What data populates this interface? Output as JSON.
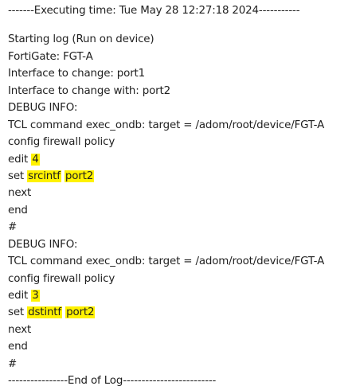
{
  "log": {
    "header": "-------Executing time: Tue May 28 12:27:18 2024-----------",
    "lines": [
      {
        "segments": [
          {
            "text": "Starting log (Run on device)",
            "highlight": false
          }
        ]
      },
      {
        "segments": [
          {
            "text": "FortiGate: FGT-A",
            "highlight": false
          }
        ]
      },
      {
        "segments": [
          {
            "text": "Interface to change: port1",
            "highlight": false
          }
        ]
      },
      {
        "segments": [
          {
            "text": "Interface to change with: port2",
            "highlight": false
          }
        ]
      },
      {
        "segments": [
          {
            "text": "DEBUG INFO:",
            "highlight": false
          }
        ]
      },
      {
        "segments": [
          {
            "text": "TCL command exec_ondb: target = /adom/root/device/FGT-A",
            "highlight": false
          }
        ]
      },
      {
        "segments": [
          {
            "text": "config firewall policy",
            "highlight": false
          }
        ]
      },
      {
        "segments": [
          {
            "text": "edit ",
            "highlight": false
          },
          {
            "text": "4",
            "highlight": true
          }
        ]
      },
      {
        "segments": [
          {
            "text": "set ",
            "highlight": false
          },
          {
            "text": "srcintf",
            "highlight": true
          },
          {
            "text": " ",
            "highlight": false
          },
          {
            "text": "port2",
            "highlight": true
          }
        ]
      },
      {
        "segments": [
          {
            "text": "next",
            "highlight": false
          }
        ]
      },
      {
        "segments": [
          {
            "text": "end",
            "highlight": false
          }
        ]
      },
      {
        "segments": [
          {
            "text": "#",
            "highlight": false
          }
        ]
      },
      {
        "segments": [
          {
            "text": "DEBUG INFO:",
            "highlight": false
          }
        ]
      },
      {
        "segments": [
          {
            "text": "TCL command exec_ondb: target = /adom/root/device/FGT-A",
            "highlight": false
          }
        ]
      },
      {
        "segments": [
          {
            "text": "config firewall policy",
            "highlight": false
          }
        ]
      },
      {
        "segments": [
          {
            "text": "edit ",
            "highlight": false
          },
          {
            "text": "3",
            "highlight": true
          }
        ]
      },
      {
        "segments": [
          {
            "text": "set ",
            "highlight": false
          },
          {
            "text": "dstintf",
            "highlight": true
          },
          {
            "text": " ",
            "highlight": false
          },
          {
            "text": "port2",
            "highlight": true
          }
        ]
      },
      {
        "segments": [
          {
            "text": "next",
            "highlight": false
          }
        ]
      },
      {
        "segments": [
          {
            "text": "end",
            "highlight": false
          }
        ]
      },
      {
        "segments": [
          {
            "text": "#",
            "highlight": false
          }
        ]
      }
    ],
    "footer": "----------------End of Log-------------------------"
  },
  "colors": {
    "highlight": "#fff200",
    "text": "#1f1f1f"
  }
}
